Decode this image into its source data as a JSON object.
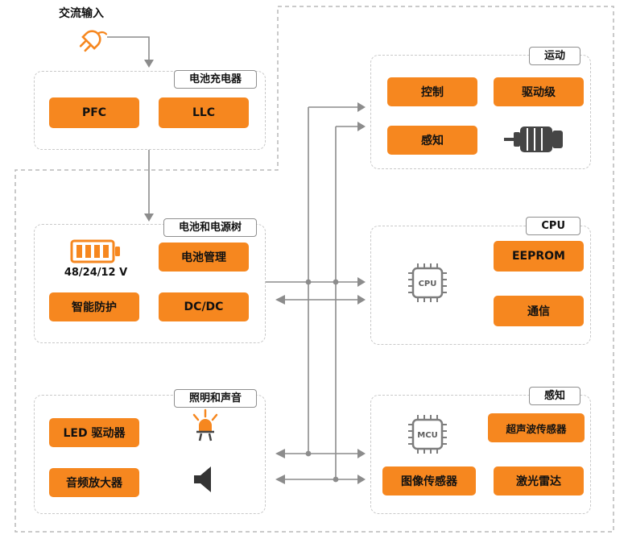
{
  "colors": {
    "accent_orange": "#F6871F",
    "line_gray": "#8C8C8C",
    "dashed_border_gray": "#C9C9C9"
  },
  "ac_input": {
    "label": "交流输入"
  },
  "panels": {
    "charger": {
      "title": "电池充电器",
      "blocks": [
        "PFC",
        "LLC"
      ]
    },
    "battery": {
      "title": "电池和电源树",
      "voltage": "48/24/12 V",
      "blocks": [
        "电池管理",
        "智能防护",
        "DC/DC"
      ]
    },
    "lighting": {
      "title": "照明和声音",
      "blocks": [
        "LED 驱动器",
        "音频放大器"
      ]
    },
    "motion": {
      "title": "运动",
      "blocks": [
        "控制",
        "驱动级",
        "感知"
      ]
    },
    "cpu": {
      "title": "CPU",
      "chip": "CPU",
      "blocks": [
        "EEPROM",
        "通信"
      ]
    },
    "sensing": {
      "title": "感知",
      "chip": "MCU",
      "blocks": [
        "超声波传感器",
        "图像传感器",
        "激光雷达"
      ]
    }
  }
}
